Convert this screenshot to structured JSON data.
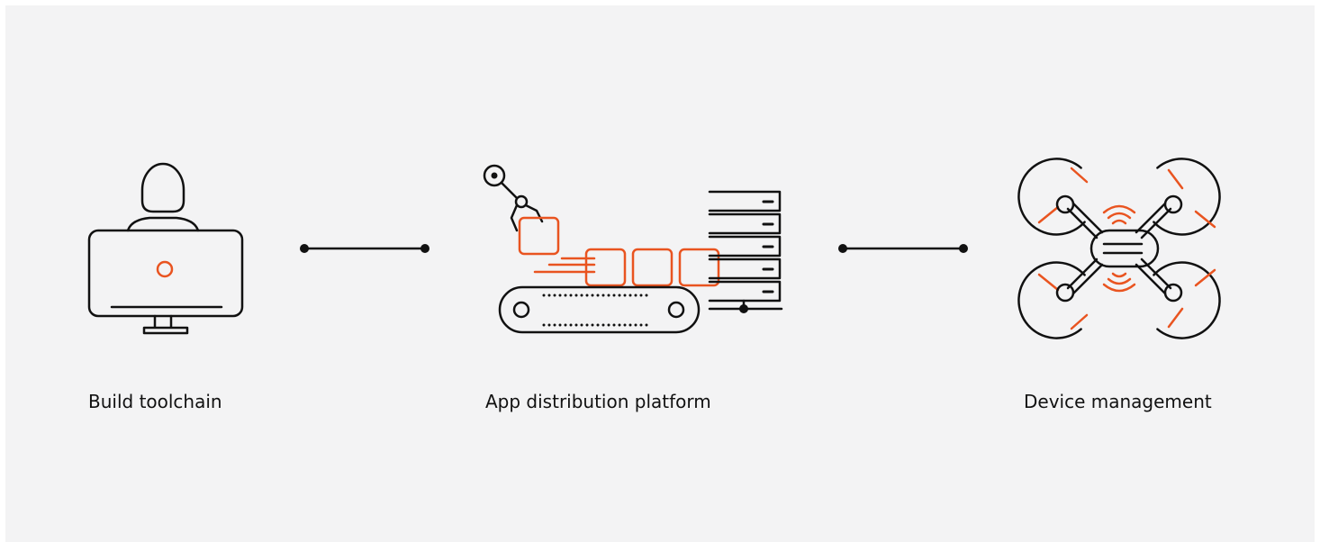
{
  "colors": {
    "background": "#f3f3f4",
    "ink": "#111111",
    "accent": "#e95420"
  },
  "nodes": [
    {
      "id": "build",
      "label": "Build toolchain",
      "icon": "developer-at-computer-icon"
    },
    {
      "id": "distribution",
      "label": "App distribution platform",
      "icon": "robot-arm-conveyor-server-icon"
    },
    {
      "id": "devices",
      "label": "Device management",
      "icon": "drone-icon"
    }
  ],
  "edges": [
    {
      "from": "build",
      "to": "distribution"
    },
    {
      "from": "distribution",
      "to": "devices"
    }
  ]
}
